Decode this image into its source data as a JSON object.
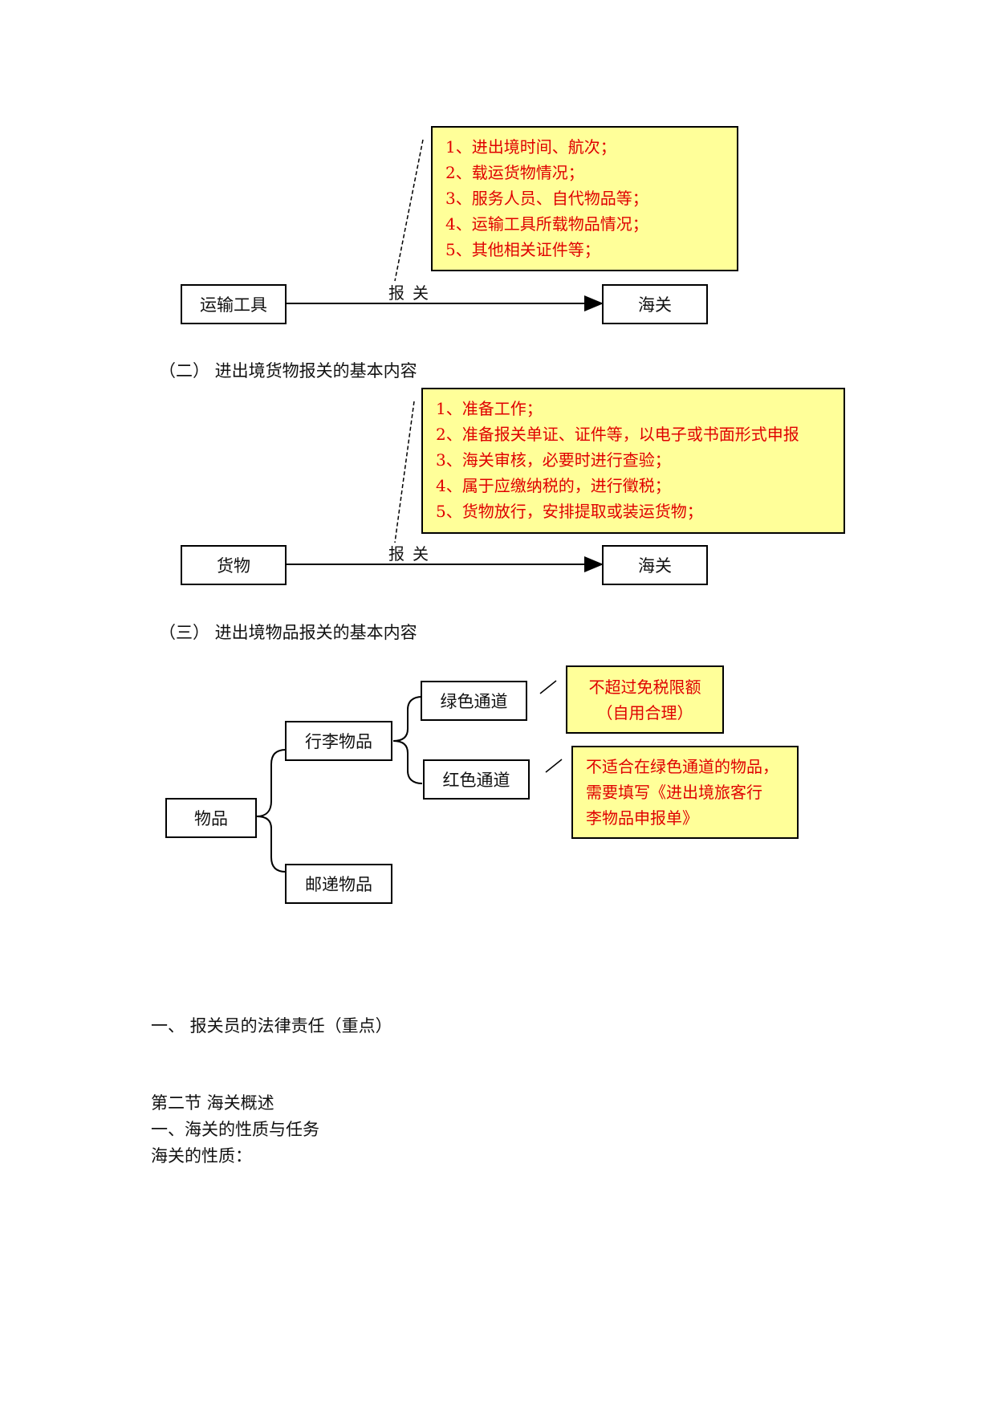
{
  "diagram1": {
    "left_box": "运输工具",
    "right_box": "海关",
    "arrow_label": "报关",
    "note_lines": [
      "1、进出境时间、航次；",
      "2、载运货物情况；",
      "3、服务人员、自代物品等；",
      "4、运输工具所载物品情况；",
      "5、其他相关证件等；"
    ]
  },
  "heading2": "（二） 进出境货物报关的基本内容",
  "diagram2": {
    "left_box": "货物",
    "right_box": "海关",
    "arrow_label": "报关",
    "note_lines": [
      "1、准备工作；",
      "2、准备报关单证、证件等，以电子或书面形式申报",
      "3、海关审核，必要时进行查验；",
      "4、属于应缴纳税的，进行徵税；",
      "5、货物放行，安排提取或装运货物；"
    ]
  },
  "heading3": "（三） 进出境物品报关的基本内容",
  "diagram3": {
    "root": "物品",
    "luggage": "行李物品",
    "postal": "邮递物品",
    "green_channel": "绿色通道",
    "red_channel": "红色通道",
    "green_note": [
      "不超过免税限额",
      "（自用合理）"
    ],
    "red_note": [
      "不适合在绿色通道的物品，",
      "需要填写《进出境旅客行",
      "李物品申报单》"
    ]
  },
  "section_one": "一、 报关员的法律责任（重点）",
  "section_title": "第二节 海关概述",
  "subsection": "一、海关的性质与任务",
  "nature_label": "海关的性质："
}
